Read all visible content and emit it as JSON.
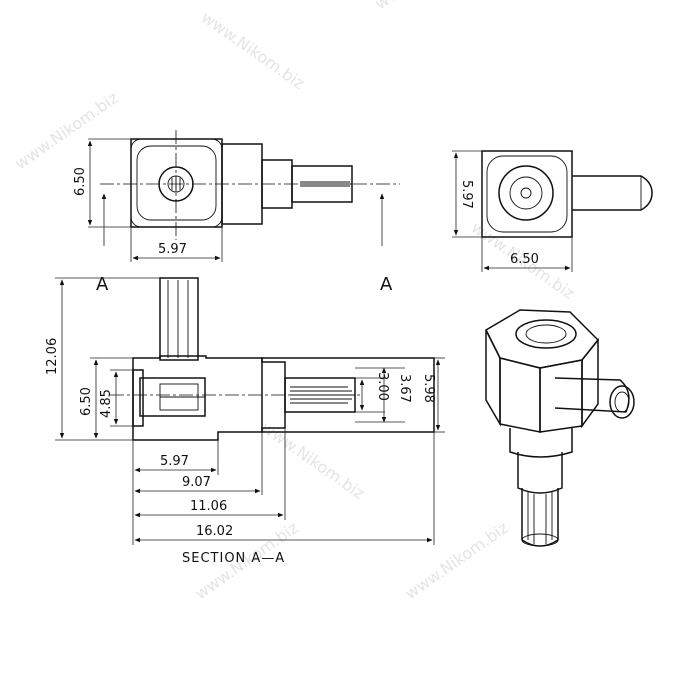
{
  "top_view": {
    "height_label": "6.50",
    "width_label": "5.97"
  },
  "section_markers": {
    "left": "A",
    "right": "A"
  },
  "side_view": {
    "height_label": "5.97",
    "width_label": "6.50"
  },
  "section": {
    "caption": "SECTION A—A",
    "vertical_dims": [
      "12.06",
      "6.50",
      "4.85"
    ],
    "right_dims": [
      "3.00",
      "3.67",
      "5.98"
    ],
    "horizontal_dims": [
      "5.97",
      "9.07",
      "11.06",
      "16.02"
    ]
  },
  "watermark": "www.Nikom.biz"
}
